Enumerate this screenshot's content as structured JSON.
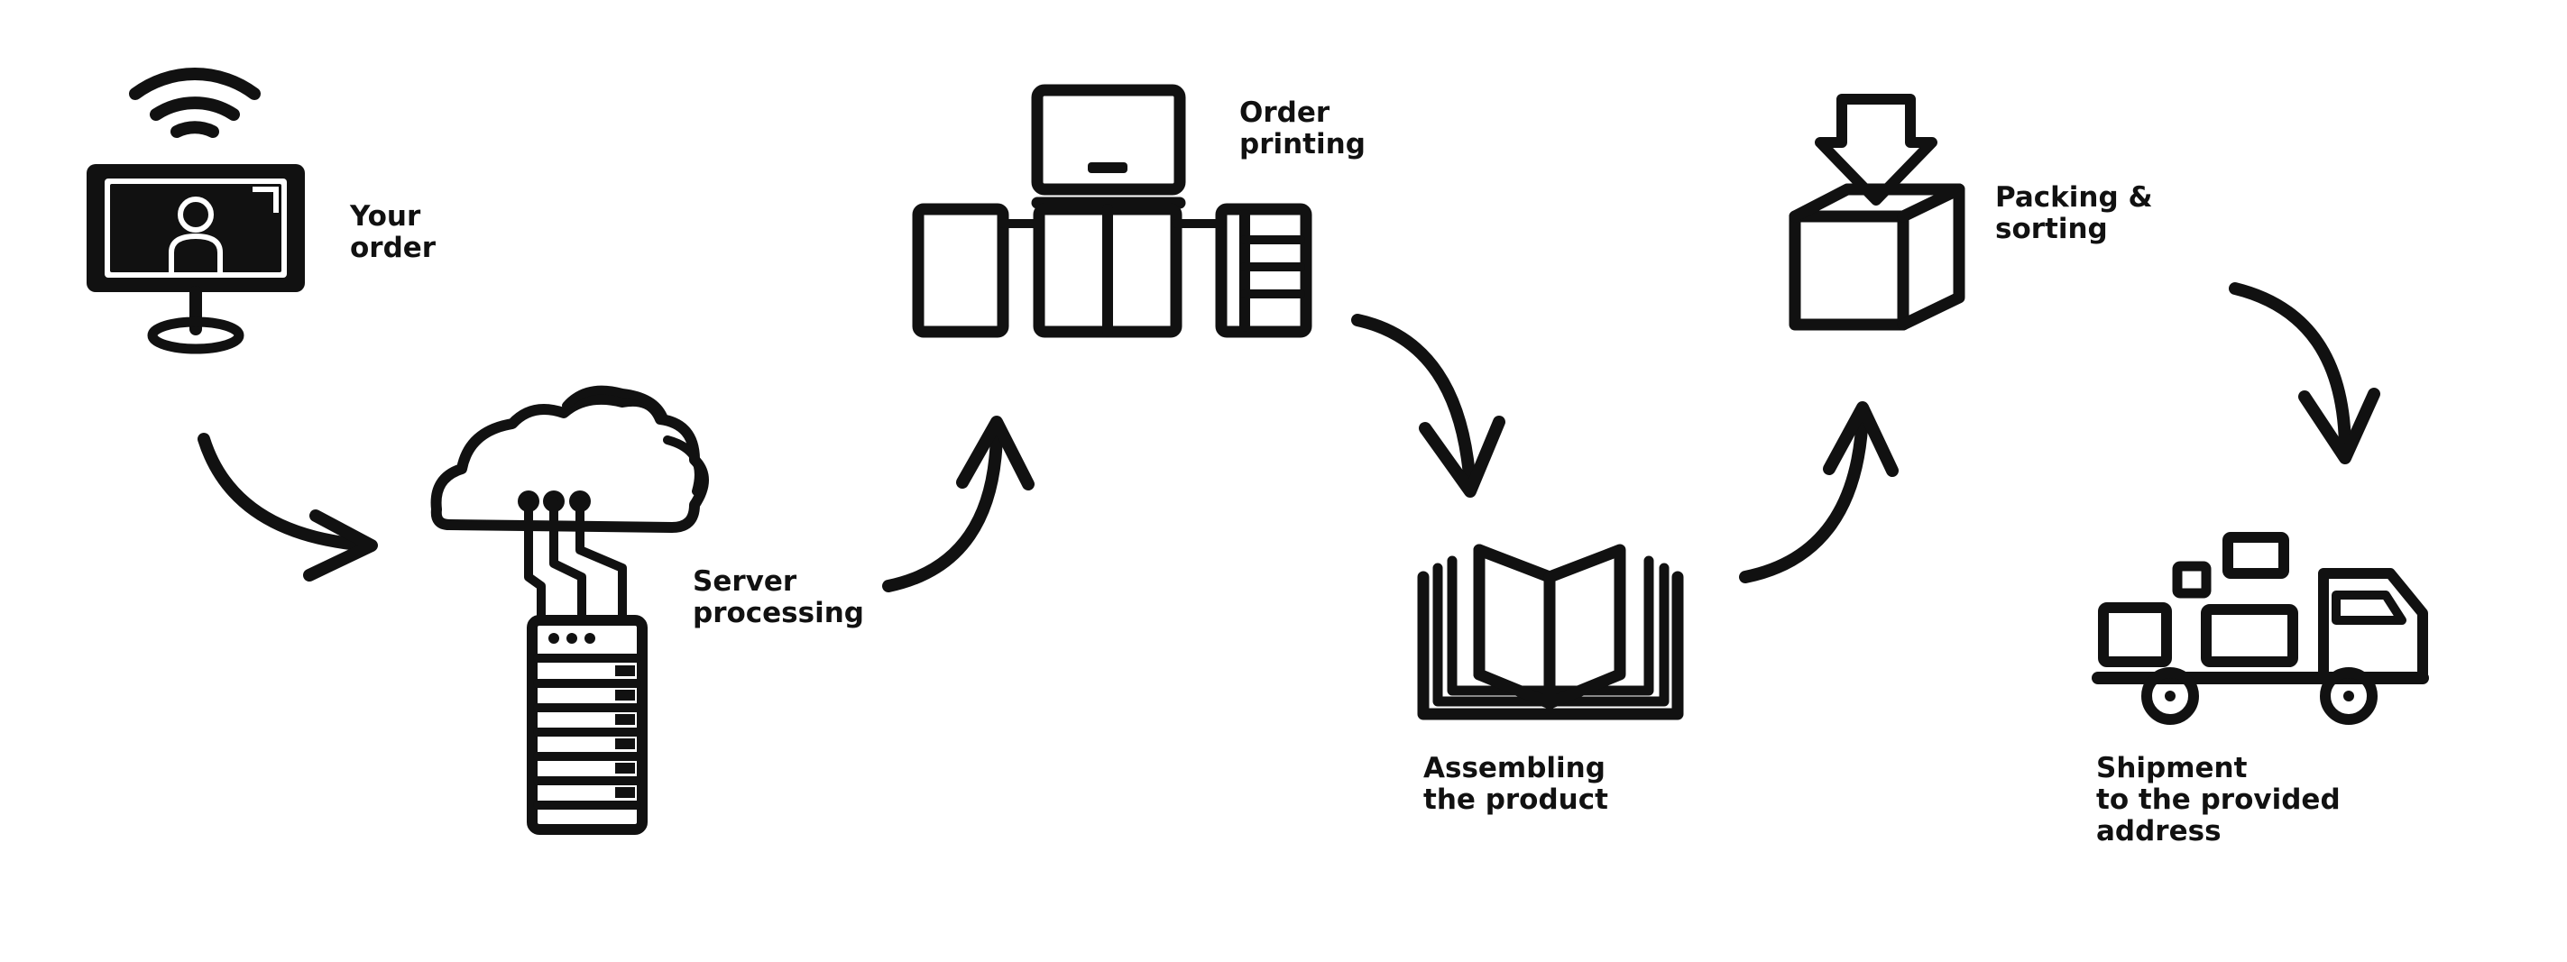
{
  "steps": [
    {
      "id": "your-order",
      "lines": [
        "Your",
        "order"
      ],
      "icon": "monitor-wifi-user-icon"
    },
    {
      "id": "server-processing",
      "lines": [
        "Server",
        "processing"
      ],
      "icon": "cloud-server-icon"
    },
    {
      "id": "order-printing",
      "lines": [
        "Order",
        "printing"
      ],
      "icon": "printing-machine-icon"
    },
    {
      "id": "assembling",
      "lines": [
        "Assembling",
        "the product"
      ],
      "icon": "open-book-icon"
    },
    {
      "id": "packing",
      "lines": [
        "Packing &",
        "sorting"
      ],
      "icon": "box-down-arrow-icon"
    },
    {
      "id": "shipment",
      "lines": [
        "Shipment",
        "to the provided",
        "address"
      ],
      "icon": "delivery-truck-icon"
    }
  ],
  "colors": {
    "ink": "#111111",
    "background": "#ffffff"
  }
}
